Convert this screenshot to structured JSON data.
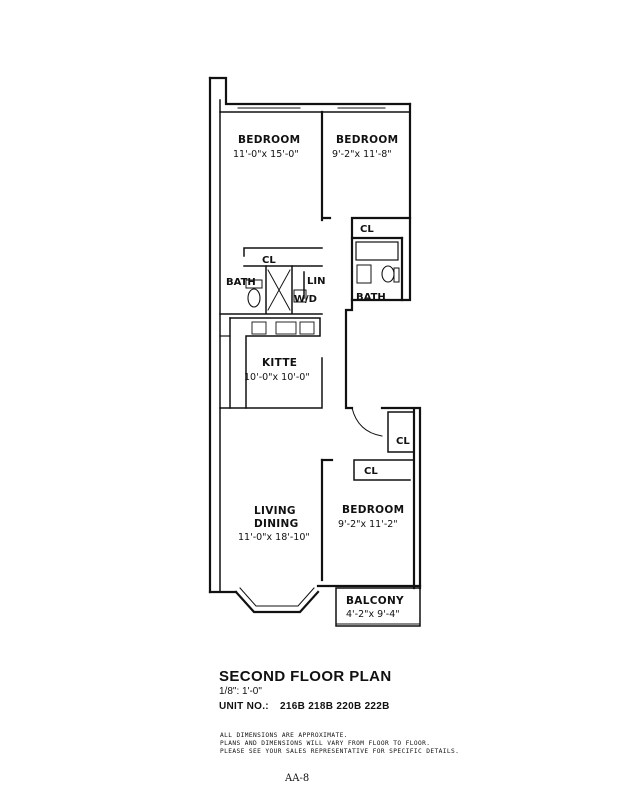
{
  "rooms": {
    "bedroom1": {
      "label": "BEDROOM",
      "dims": "11'-0\"x 15'-0\""
    },
    "bedroom2": {
      "label": "BEDROOM",
      "dims": "9'-2\"x 11'-8\""
    },
    "closet1": {
      "label": "CL"
    },
    "closet2": {
      "label": "CL"
    },
    "closet3": {
      "label": "CL"
    },
    "closet4": {
      "label": "CL"
    },
    "bath1": {
      "label": "BATH"
    },
    "bath2": {
      "label": "BATH"
    },
    "linen": {
      "label": "LIN"
    },
    "washer_dryer": {
      "label": "W/D"
    },
    "kitchen": {
      "label": "KITTE",
      "dims": "10'-0\"x 10'-0\""
    },
    "living": {
      "label1": "LIVING",
      "label2": "DINING",
      "dims": "11'-0\"x 18'-10\""
    },
    "bedroom3": {
      "label": "BEDROOM",
      "dims": "9'-2\"x 11'-2\""
    },
    "balcony": {
      "label": "BALCONY",
      "dims": "4'-2\"x 9'-4\""
    }
  },
  "footer": {
    "title": "SECOND FLOOR PLAN",
    "scale": "1/8\": 1'-0\"",
    "unit_label": "UNIT NO.:",
    "unit_numbers": "216B  218B 220B 222B",
    "note1": "ALL DIMENSIONS ARE APPROXIMATE.",
    "note2": "PLANS AND DIMENSIONS WILL VARY FROM FLOOR TO FLOOR.",
    "note3": "PLEASE SEE YOUR SALES REPRESENTATIVE FOR SPECIFIC DETAILS.",
    "page": "AA-8"
  }
}
